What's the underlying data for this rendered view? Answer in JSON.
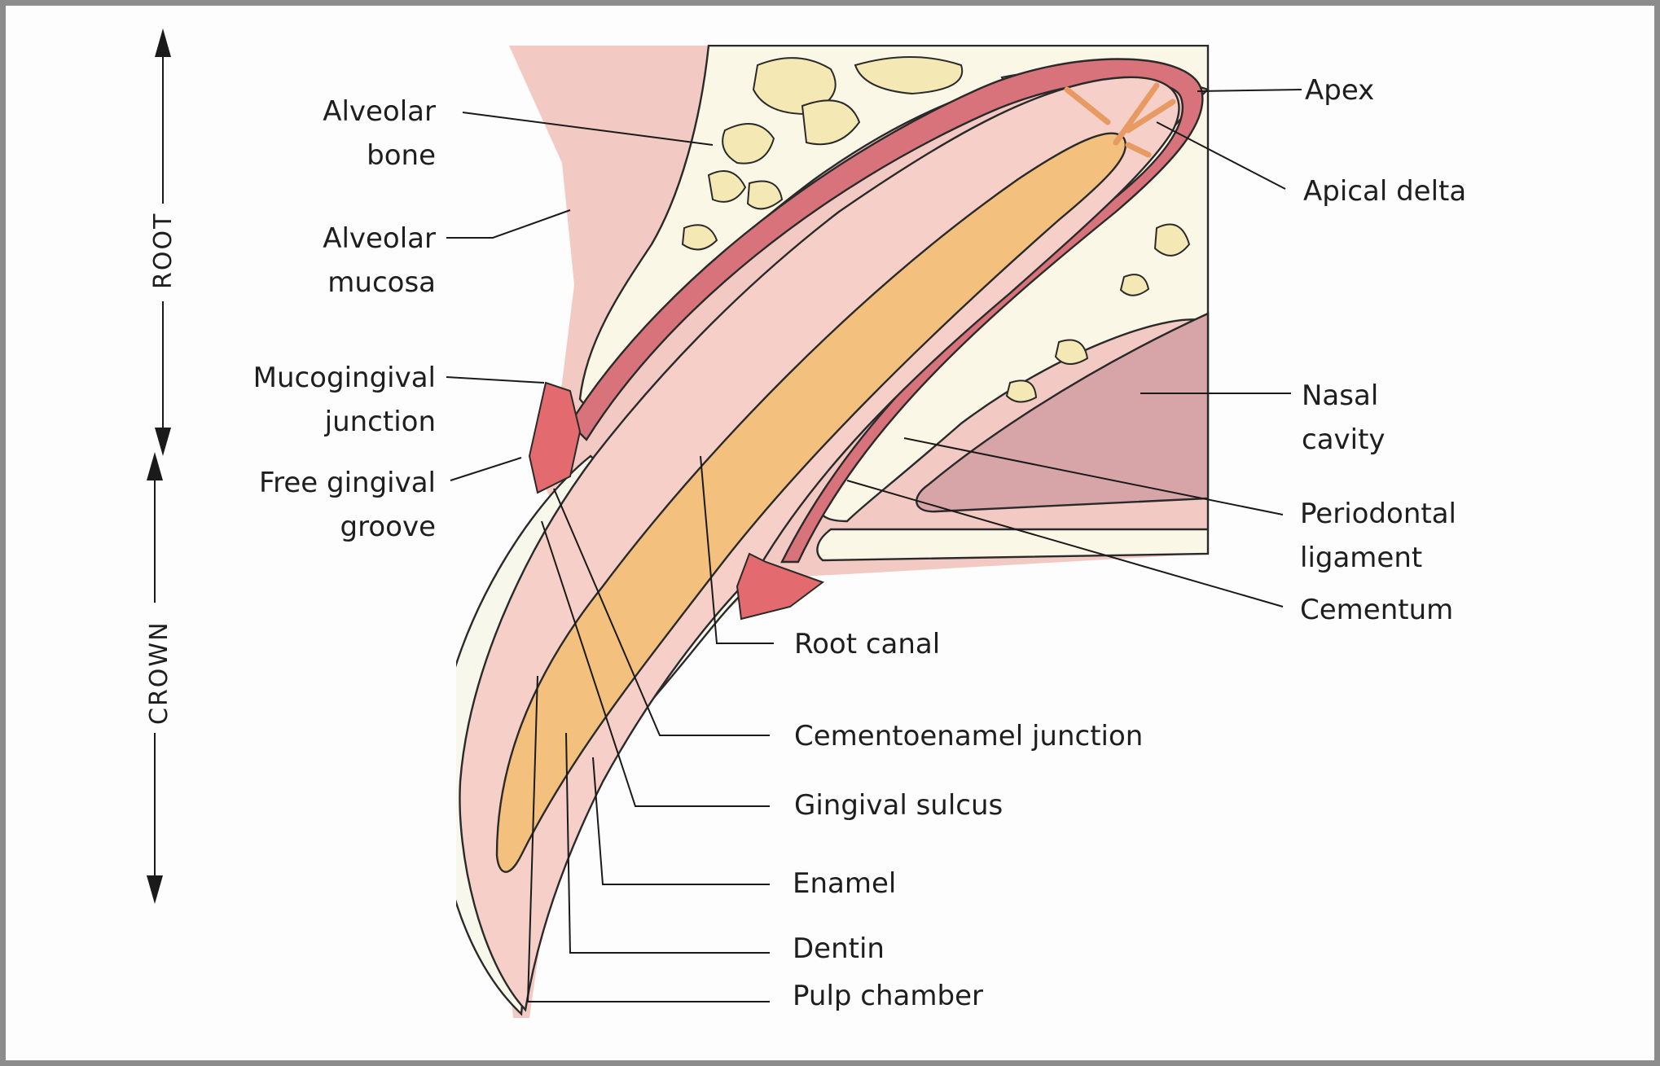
{
  "axis": {
    "root_label": "ROOT",
    "crown_label": "CROWN"
  },
  "labels": {
    "alveolar_bone": [
      "Alveolar",
      "bone"
    ],
    "alveolar_mucosa": [
      "Alveolar",
      "mucosa"
    ],
    "mucogingival_junction": [
      "Mucogingival",
      "junction"
    ],
    "free_gingival_groove": [
      "Free gingival",
      "groove"
    ],
    "apex": "Apex",
    "apical_delta": "Apical delta",
    "nasal_cavity": [
      "Nasal",
      "cavity"
    ],
    "periodontal_ligament": [
      "Periodontal",
      "ligament"
    ],
    "cementum": "Cementum",
    "root_canal": "Root canal",
    "cementoenamel_junction": "Cementoenamel junction",
    "gingival_sulcus": "Gingival sulcus",
    "enamel": "Enamel",
    "dentin": "Dentin",
    "pulp_chamber": "Pulp chamber"
  },
  "colors": {
    "gingiva": "#f2c9c3",
    "bone": "#fbf7e6",
    "bone_trabecula": "#f4e8b4",
    "periodontal_ligament": "#d8737b",
    "dentin": "#f5cfc8",
    "pulp": "#f3c07e",
    "enamel": "#f8f7ec",
    "nasal_cavity": "#d7a4a8",
    "free_gingiva": "#e36a6f",
    "apical_delta": "#e79a62"
  }
}
